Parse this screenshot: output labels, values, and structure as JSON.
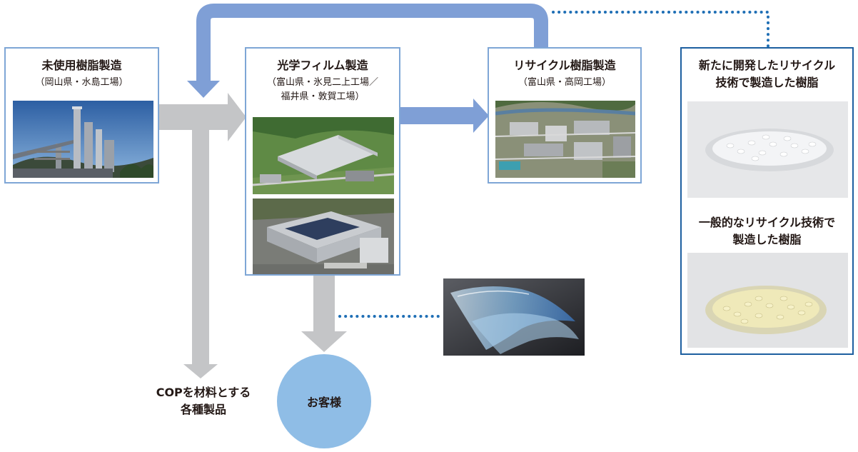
{
  "colors": {
    "gray_arrow": "#c4c5c7",
    "blue_arrow": "#7f9fd6",
    "box_border": "#7ea6d6",
    "new_box_border": "#1d5fa0",
    "dotted_line": "#1f6fb5",
    "customer_circle": "#8fbde6"
  },
  "nodes": {
    "virgin": {
      "title": "未使用樹脂製造",
      "subtitle": "（岡山県・水島工場）",
      "photo_icon": "chemical-plant-photo"
    },
    "film": {
      "title": "光学フィルム製造",
      "subtitle_line1": "（富山県・氷見二上工場／",
      "subtitle_line2": "福井県・敦賀工場）",
      "photo_icons": [
        "factory-aerial-photo",
        "solar-factory-photo"
      ]
    },
    "recycle": {
      "title": "リサイクル樹脂製造",
      "subtitle": "（富山県・高岡工場）",
      "photo_icon": "industrial-area-aerial-photo"
    },
    "new_tech": {
      "title_line1": "新たに開発したリサイクル",
      "title_line2": "技術で製造した樹脂",
      "photo_icon": "clear-pellets-photo"
    },
    "general": {
      "title_line1": "一般的なリサイクル技術で",
      "title_line2": "製造した樹脂",
      "photo_icon": "yellowish-pellets-photo"
    },
    "customer": {
      "label": "お客様"
    },
    "cop": {
      "line1": "COPを材料とする",
      "line2": "各種製品"
    },
    "film_photo": {
      "photo_icon": "optical-film-photo"
    }
  }
}
